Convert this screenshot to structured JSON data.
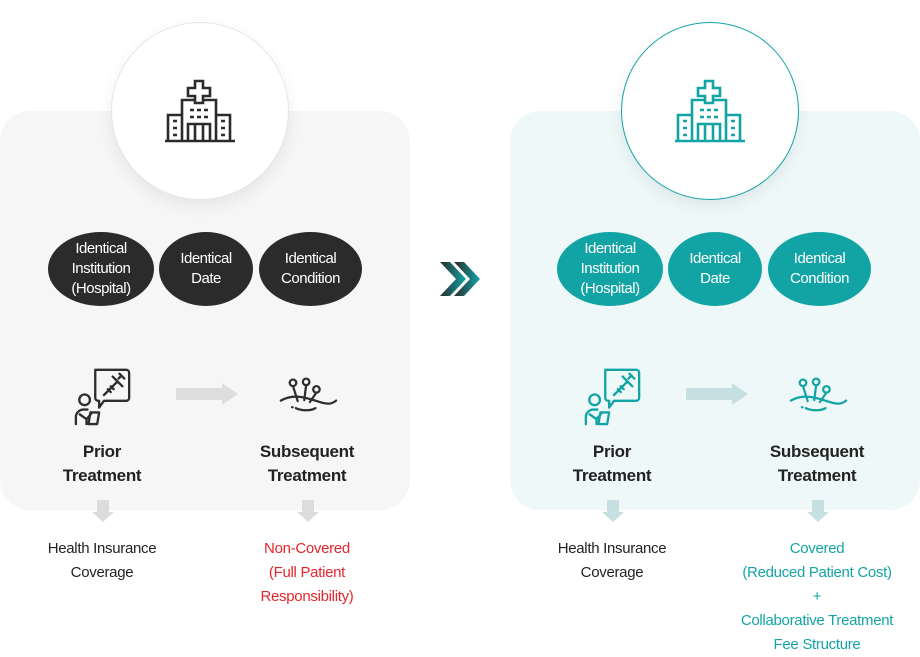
{
  "colors": {
    "dark": "#2b2b2b",
    "teal": "#12a4a5",
    "red": "#e5262b",
    "panel_left_bg": "#f6f6f6",
    "panel_right_bg": "#eff8f8"
  },
  "left": {
    "icon": "hospital-icon",
    "conditions": [
      "Identical\nInstitution\n(Hospital)",
      "Identical\nDate",
      "Identical\nCondition"
    ],
    "steps": [
      {
        "icon": "doctor-injection-icon",
        "label": "Prior\nTreatment"
      },
      {
        "icon": "acupuncture-icon",
        "label": "Subsequent\nTreatment"
      }
    ],
    "results": [
      "Health Insurance\nCoverage",
      "Non-Covered\n(Full Patient\nResponsibility)"
    ]
  },
  "transition_icon": "double-chevron-right-icon",
  "right": {
    "icon": "hospital-icon",
    "conditions": [
      "Identical\nInstitution\n(Hospital)",
      "Identical\nDate",
      "Identical\nCondition"
    ],
    "steps": [
      {
        "icon": "doctor-injection-icon",
        "label": "Prior\nTreatment"
      },
      {
        "icon": "acupuncture-icon",
        "label": "Subsequent\nTreatment"
      }
    ],
    "results": [
      "Health Insurance\nCoverage",
      "Covered\n(Reduced Patient Cost)\n+\nCollaborative Treatment\nFee Structure"
    ]
  }
}
